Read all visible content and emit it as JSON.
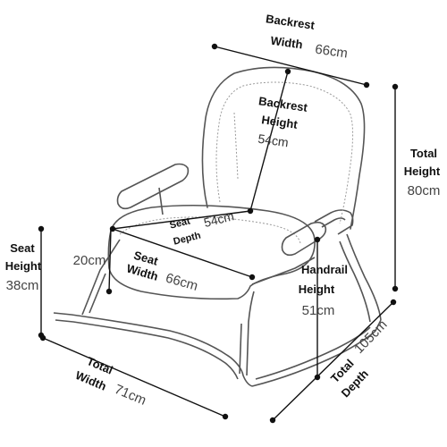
{
  "labels": {
    "backrest_width": {
      "title": "Backrest",
      "subtitle": "Width",
      "value": "66cm"
    },
    "backrest_height": {
      "title": "Backrest",
      "subtitle": "Height",
      "value": "54cm"
    },
    "total_height": {
      "title": "Total",
      "subtitle": "Height",
      "value": "80cm"
    },
    "seat_height": {
      "title": "Seat",
      "subtitle": "Height",
      "value": "38cm"
    },
    "seat_depth": {
      "title": "Seat",
      "subtitle": "Depth",
      "value": "54cm"
    },
    "seat_width": {
      "title": "Seat",
      "subtitle": "Width",
      "value": "66cm"
    },
    "cushion_thickness": {
      "value": "20cm"
    },
    "handrail_height": {
      "title": "Handrail",
      "subtitle": "Height",
      "value": "51cm"
    },
    "total_depth": {
      "title": "Total",
      "subtitle": "Depth",
      "value": "105cm"
    },
    "total_width": {
      "title": "Total",
      "subtitle": "Width",
      "value": "71cm"
    }
  },
  "colors": {
    "line": "#555555",
    "dimension": "#111111",
    "text": "#111111",
    "value_text": "#444444",
    "background": "#ffffff"
  }
}
